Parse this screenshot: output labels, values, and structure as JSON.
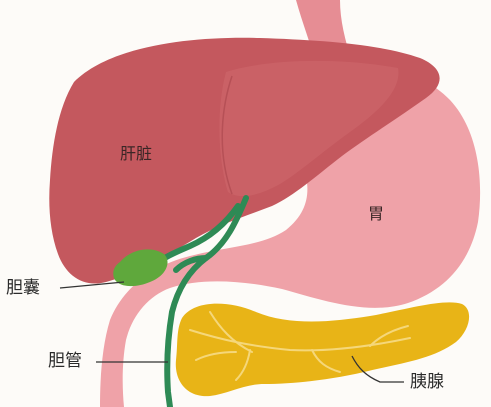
{
  "labels": {
    "liver": "肝脏",
    "stomach": "胃",
    "gallbladder": "胆囊",
    "bile_duct": "胆管",
    "pancreas": "胰腺"
  },
  "colors": {
    "background": "#fdfbf8",
    "liver": "#c4585e",
    "liver_highlight": "#d67a7c",
    "stomach": "#efa2a8",
    "esophagus": "#e68d94",
    "gallbladder": "#5fa83c",
    "bile_duct": "#2e8a55",
    "pancreas": "#e8b417",
    "pancreas_vessel": "#f5d77a",
    "leader_line": "#333333"
  }
}
